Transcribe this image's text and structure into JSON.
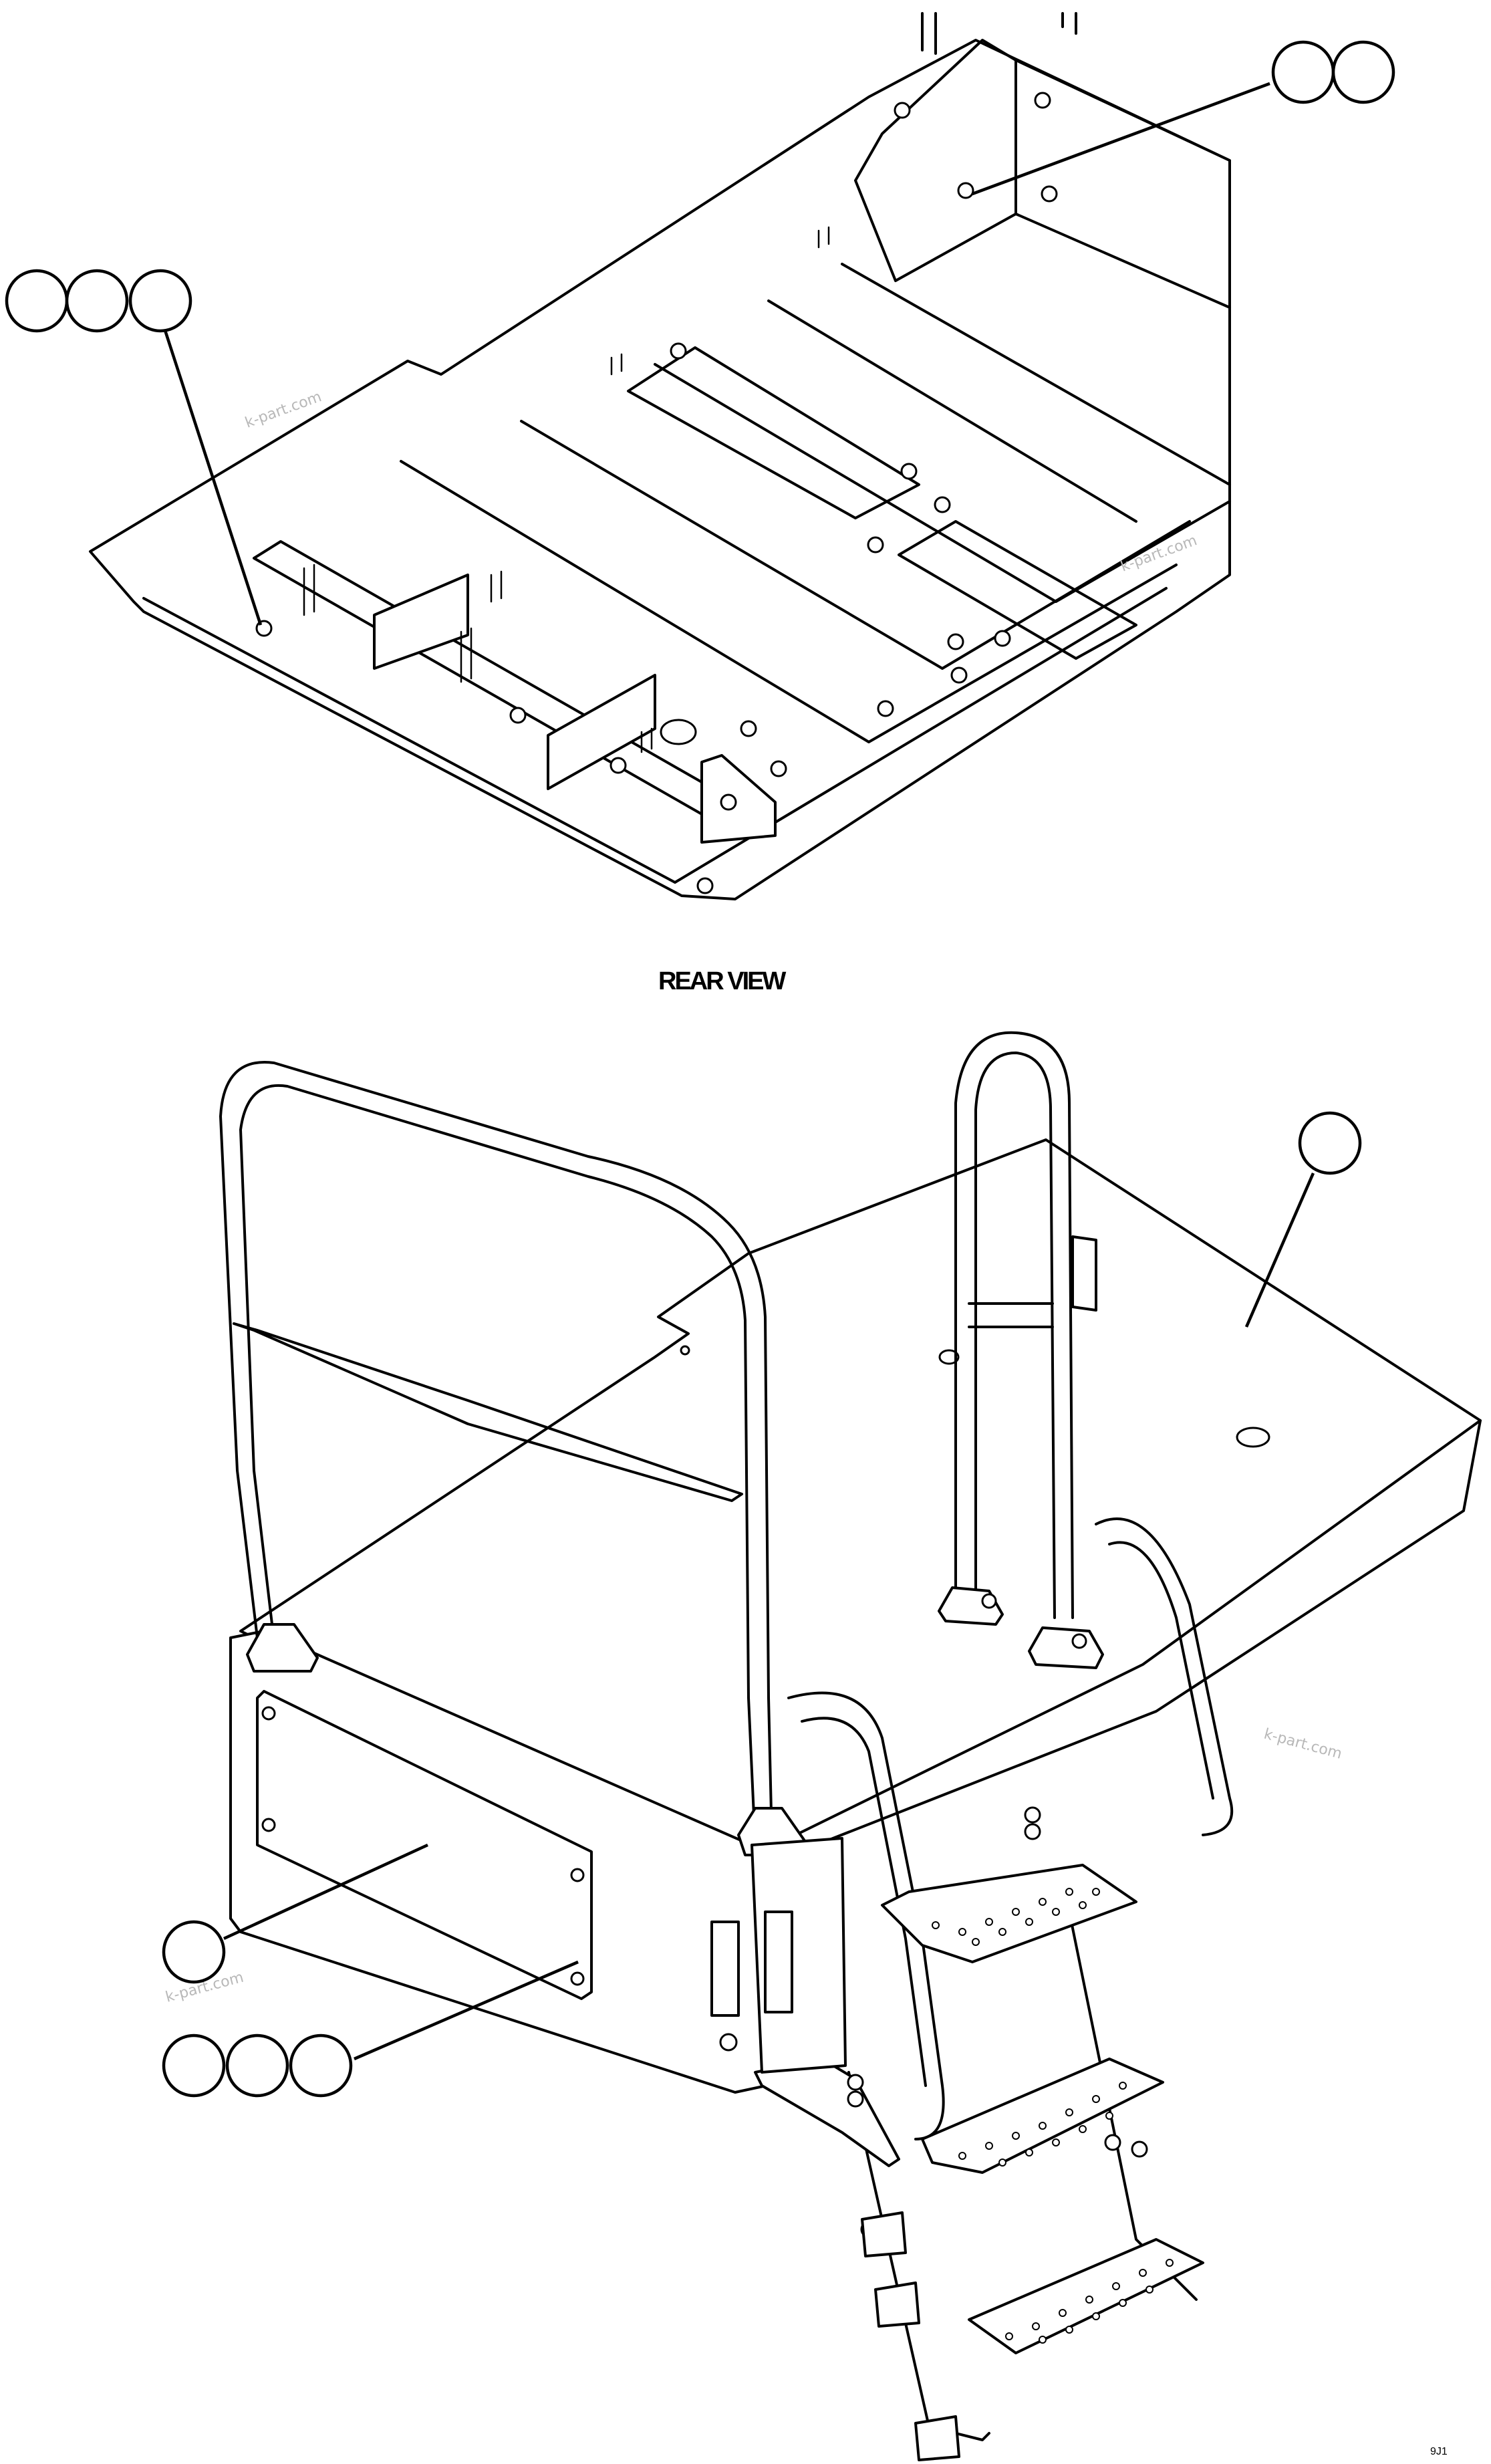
{
  "view_label": "REAR VIEW",
  "watermark": "k-part.com",
  "drawing_ref": "9J1",
  "callouts": [
    {
      "id": "top-right",
      "bubbles": 2
    },
    {
      "id": "top-left",
      "bubbles": 3
    },
    {
      "id": "platform",
      "bubbles": 1
    },
    {
      "id": "cover-plate",
      "bubbles": 1
    },
    {
      "id": "cover-bolts",
      "bubbles": 3
    }
  ]
}
